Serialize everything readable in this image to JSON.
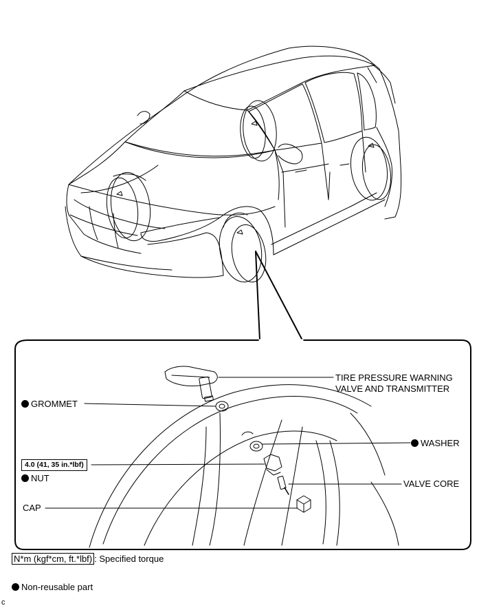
{
  "labels": {
    "tpms_line1": "TIRE PRESSURE WARNING",
    "tpms_line2": "VALVE AND TRANSMITTER",
    "grommet": "GROMMET",
    "washer": "WASHER",
    "torque_value": "4.0 (41, 35 in.*lbf)",
    "nut": "NUT",
    "valve_core": "VALVE CORE",
    "cap": "CAP"
  },
  "legend": {
    "torque_unit": "N*m (kgf*cm, ft.*lbf)",
    "torque_text": ": Specified torque",
    "nonreusable_text": "Non-reusable part"
  },
  "figure_code": "c",
  "icons": {
    "nonreusable": "filled-circle-icon"
  },
  "colors": {
    "line": "#000000",
    "background": "#ffffff"
  }
}
